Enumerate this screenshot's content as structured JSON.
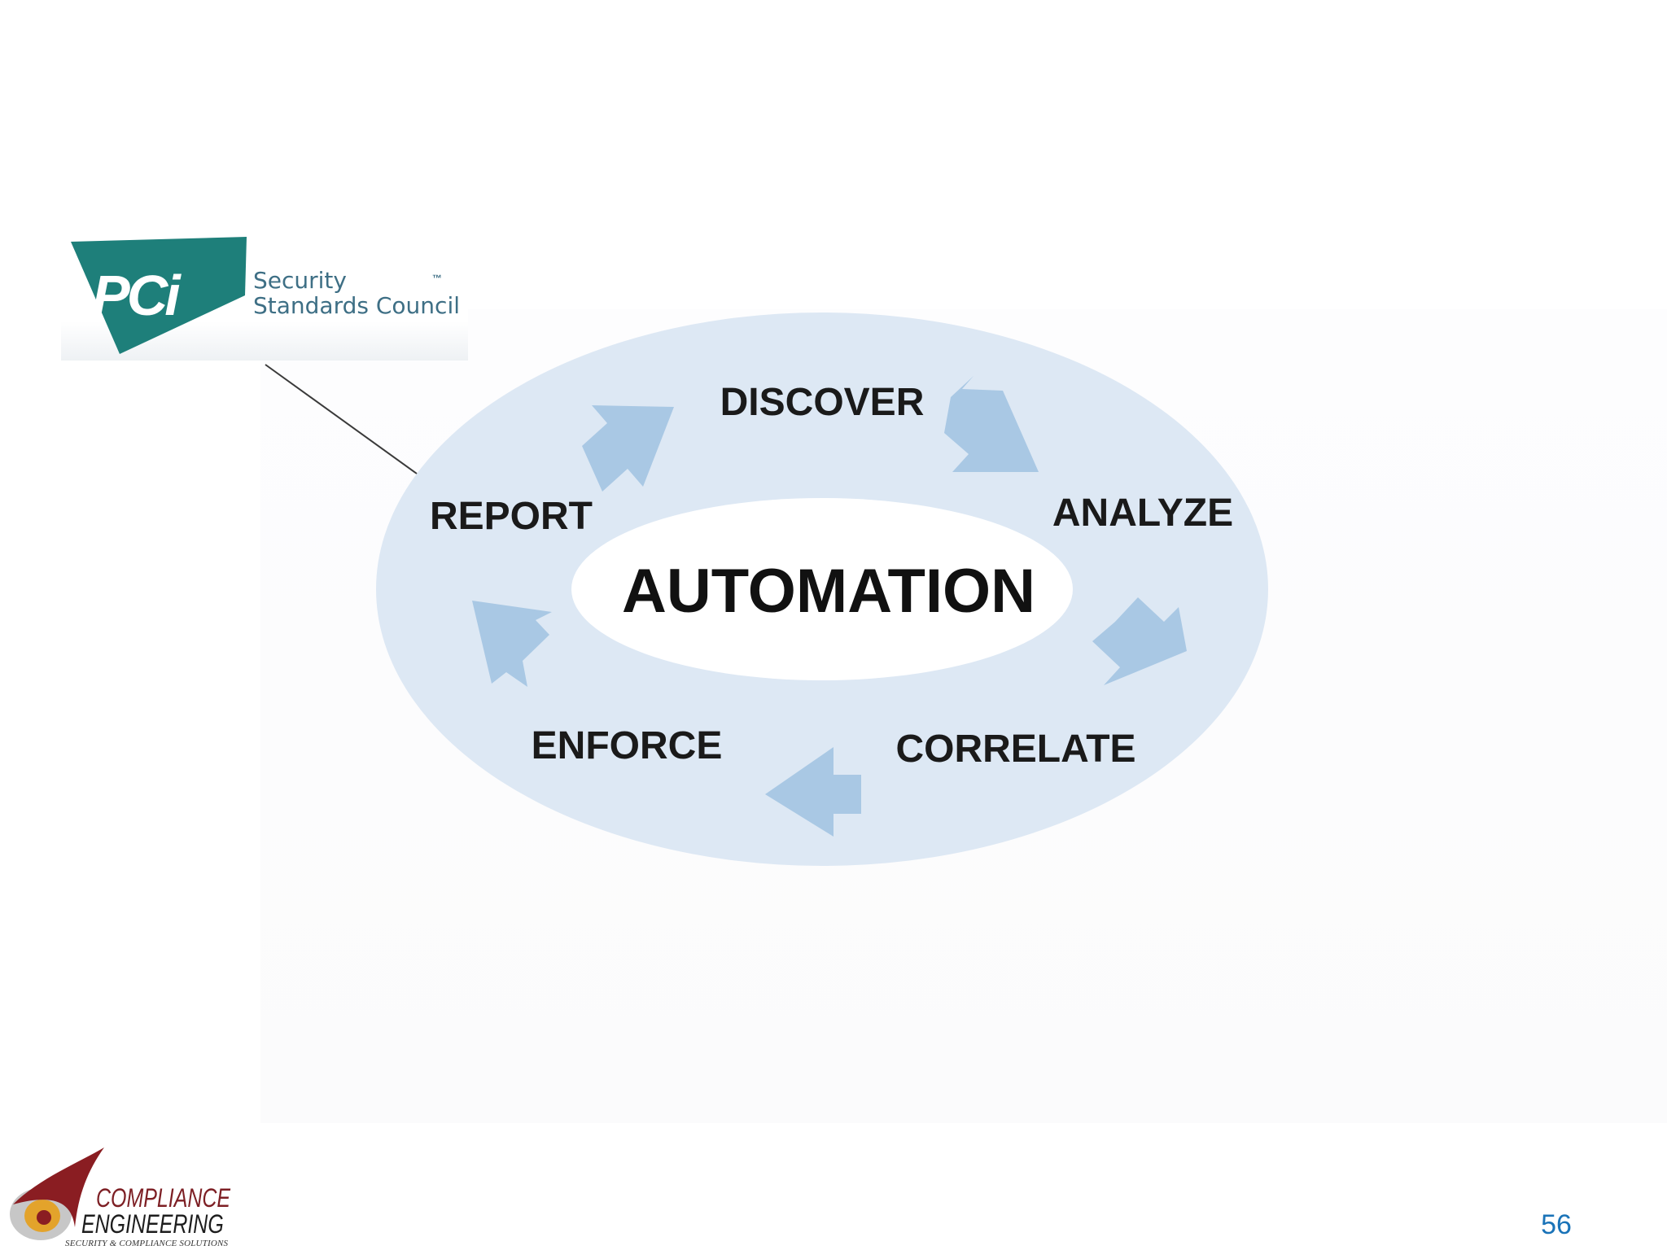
{
  "pci_logo": {
    "mark": "PCi",
    "line1": "Security",
    "line2": "Standards Council",
    "trademark": "™"
  },
  "diagram": {
    "center": "AUTOMATION",
    "stages": [
      {
        "label": "DISCOVER"
      },
      {
        "label": "ANALYZE"
      },
      {
        "label": "CORRELATE"
      },
      {
        "label": "ENFORCE"
      },
      {
        "label": "REPORT"
      }
    ],
    "ring_color": "#dde8f4",
    "arrow_color": "#a9c8e4"
  },
  "footer_logo": {
    "line1": "COMPLIANCE",
    "line2": "ENGINEERING",
    "tagline": "SECURITY & COMPLIANCE SOLUTIONS"
  },
  "page_number": "56"
}
